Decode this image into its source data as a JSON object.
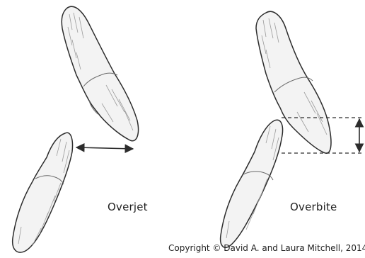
{
  "labels": {
    "overjet": "Overjet",
    "overbite": "Overbite"
  },
  "copyright": "Copyright © David A. and Laura Mitchell, 2014",
  "colors": {
    "line": "#2c2c2c",
    "tooth_fill": "#f3f3f3",
    "hatch": "#9c9c9c"
  }
}
